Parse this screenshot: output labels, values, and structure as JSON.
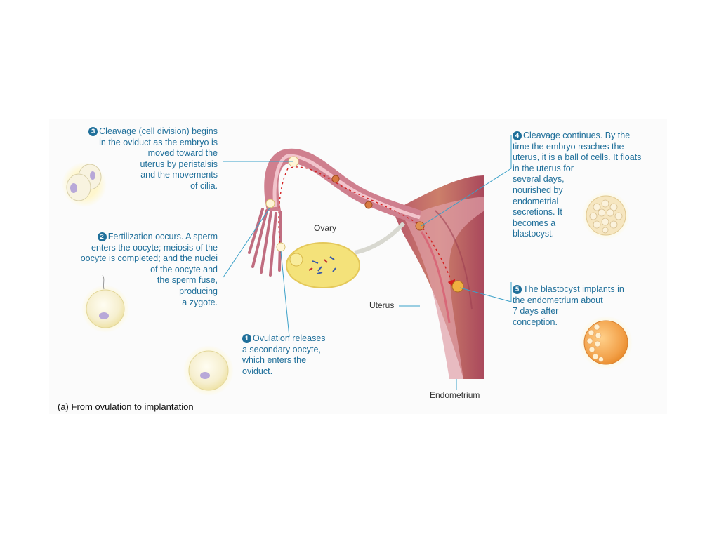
{
  "colors": {
    "caption_text": "#1f6f9a",
    "leader_line": "#3aa0c8",
    "uterus_wall": "#c86a78",
    "ovary_fill": "#f4e27a",
    "arrow": "#d42020"
  },
  "steps": [
    {
      "number": "3",
      "lines": [
        "Cleavage (cell division) begins",
        "in the oviduct as the embryo is",
        "moved toward the",
        "uterus by peristalsis",
        "and the movements",
        "of cilia."
      ]
    },
    {
      "number": "2",
      "lines": [
        "Fertilization occurs. A sperm",
        "enters the oocyte; meiosis of the",
        "oocyte is completed; and the nuclei",
        "of the oocyte and",
        "the sperm fuse,",
        "producing",
        "a zygote."
      ]
    },
    {
      "number": "1",
      "lines": [
        "Ovulation releases",
        "a secondary oocyte,",
        "which enters the",
        "oviduct."
      ]
    },
    {
      "number": "4",
      "lines": [
        "Cleavage continues. By the",
        "time the embryo reaches the",
        "uterus, it is a ball of cells. It floats",
        "in the uterus for",
        "several days,",
        "nourished by",
        "endometrial",
        "secretions. It",
        "becomes a",
        "blastocyst."
      ]
    },
    {
      "number": "5",
      "lines": [
        "The blastocyst implants in",
        "the endometrium about",
        "7 days after",
        "conception."
      ]
    }
  ],
  "labels": {
    "ovary": "Ovary",
    "uterus": "Uterus",
    "endometrium": "Endometrium"
  },
  "panel_title": "(a) From ovulation to implantation"
}
